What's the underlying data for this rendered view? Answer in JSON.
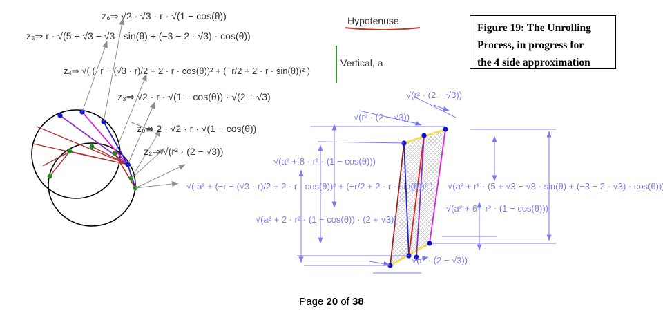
{
  "legend": {
    "hypotenuse": "Hypotenuse",
    "vertical": "Vertical, a",
    "hypotenuse_color": "#c0392b",
    "vertical_color": "#2e9e2e"
  },
  "caption": {
    "line1": "Figure 19: The Unrolling",
    "line2": "Process, in progress for",
    "line3": "the 4 side approximation"
  },
  "footer": {
    "prefix": "Page ",
    "page": "20",
    "middle": " of ",
    "total": "38"
  },
  "formulas": {
    "z6": "z₆⇒ √2 · √3 · r · √(1 − cos(θ))",
    "z5": "z₅⇒ r · √(5 + √3 − √3 · sin(θ) + (−3 − 2 · √3) · cos(θ))",
    "z4": "z₄⇒ √( (−r − (√3 · r)/2 + 2 · r · cos(θ))² + (−r/2 + 2 · r · sin(θ))² )",
    "z3": "z₃⇒ √2 · r · √(1 − cos(θ)) · √(2 + √3)",
    "z0": "z₀⇒ 2 · √2 · r · √(1 − cos(θ))",
    "z2": "z₂⇒ √(r² · (2 − √3))"
  },
  "measures": {
    "top1": "√(r² · (2 − √3))",
    "top2": "√(r² · (2 − √3))",
    "left1": "√(a² + 8 · r² · (1 − cos(θ)))",
    "left2": "√( a² + (−r − (√3 · r)/2 + 2 · r · cos(θ))² + (−r/2 + 2 · r · sin(θ))² )",
    "left3": "√(a² + 2 · r² · (1 − cos(θ)) · (2 + √3))",
    "right1": "√(a² + r² · (5 + √3 − √3 · sin(θ) + (−3 − 2 · √3) · cos(θ)))",
    "right2": "√(a² + 6 · r² · (1 − cos(θ)))",
    "bottom": "√(r² · (2 − √3))"
  },
  "colors": {
    "circle": "#000000",
    "outer_point": "#1010d0",
    "inner_point": "#1a8a1a",
    "chord_red": "#b23030",
    "chord_magenta": "#e020e0",
    "chord_purple": "#8a30c0",
    "chord_blue": "#2020c0",
    "highlight": "#f0e040",
    "dimension": "#7b7bf0",
    "annotation": "#999999"
  }
}
